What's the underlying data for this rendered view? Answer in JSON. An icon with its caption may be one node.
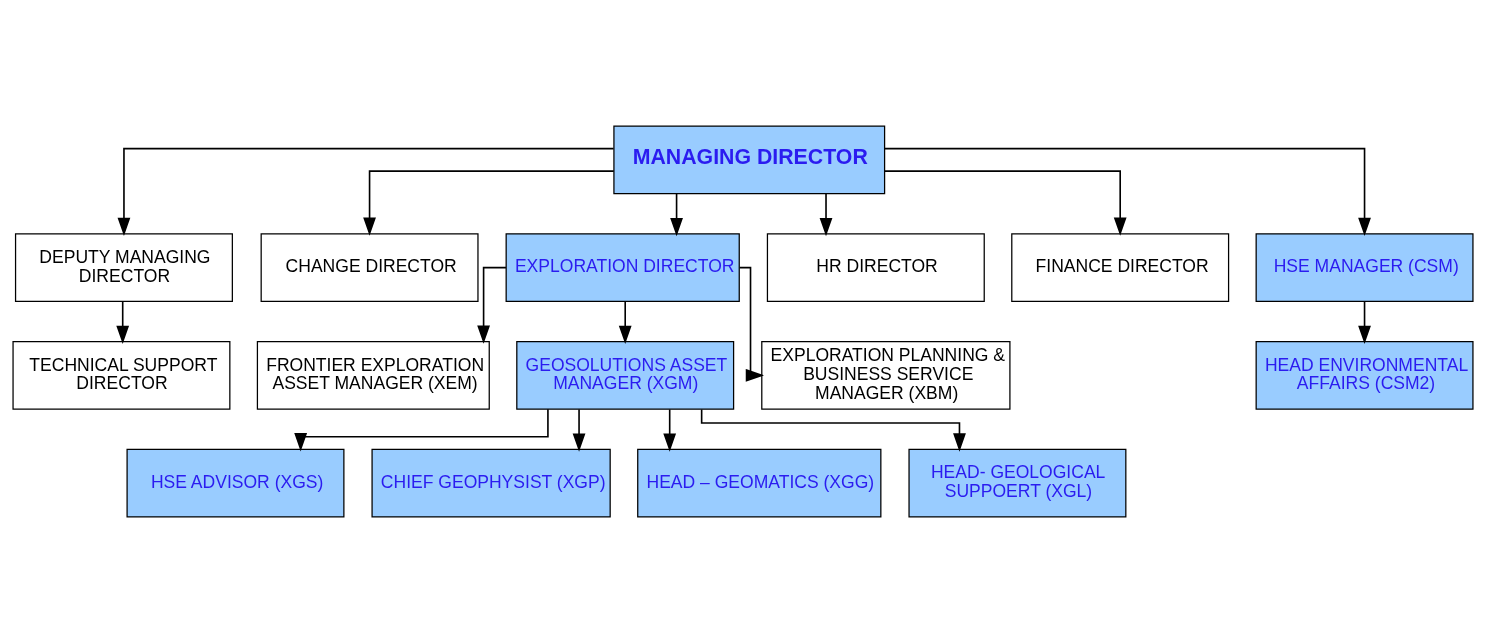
{
  "diagram": {
    "nodes": [
      {
        "text": [
          "MANAGING DIRECTOR"
        ]
      },
      {
        "text": [
          "DEPUTY MANAGING DIRECTOR"
        ]
      },
      {
        "text": [
          "TECHNICAL SUPPORT DIRECTOR"
        ]
      },
      {
        "text": [
          "CHANGE DIRECTOR"
        ]
      },
      {
        "text": [
          "EXPLORATION DIRECTOR"
        ]
      },
      {
        "text": [
          "HR DIRECTOR"
        ]
      },
      {
        "text": [
          "FINANCE DIRECTOR"
        ]
      },
      {
        "text": [
          "HSE MANAGER (CSM)"
        ]
      },
      {
        "text": [
          "FRONTIER EXPLORATION ASSET MANAGER (XEM)"
        ]
      },
      {
        "text": [
          "GEOSOLUTIONS ASSET MANAGER (XGM)"
        ]
      },
      {
        "text": [
          "EXPLORATION PLANNING & BUSINESS SERVICE MANAGER (XBM)"
        ]
      },
      {
        "text": [
          "HEAD ENVIRONMENTAL AFFAIRS (CSM2)"
        ]
      },
      {
        "text": [
          "HSE ADVISOR (XGS)"
        ]
      },
      {
        "text": [
          "CHIEF GEOPHYSIST (XGP)"
        ]
      },
      {
        "text": [
          "HEAD – GEOMATICS (XGG)"
        ]
      },
      {
        "text": [
          "HEAD- GEOLOGICAL SUPPOERT (XGL)"
        ]
      }
    ],
    "edges": [
      {
        "from": 0,
        "to": 7,
        "arrow": "to"
      },
      {
        "from": 0,
        "to": 1,
        "arrow": "to"
      },
      {
        "from": 0,
        "to": 3,
        "arrow": "to"
      },
      {
        "from": 0,
        "to": 4,
        "arrow": "to"
      },
      {
        "from": 0,
        "to": 5,
        "arrow": "to"
      },
      {
        "from": 0,
        "to": 6,
        "arrow": "to"
      },
      {
        "from": 1,
        "to": 2,
        "arrow": "to"
      },
      {
        "from": 4,
        "to": 8,
        "arrow": "to"
      },
      {
        "from": 4,
        "to": 9,
        "arrow": "to"
      },
      {
        "from": 4,
        "to": 10,
        "arrow": "to"
      },
      {
        "from": 7,
        "to": 11,
        "arrow": "to"
      },
      {
        "from": 9,
        "to": 12,
        "arrow": "to"
      },
      {
        "from": 9,
        "to": 13,
        "arrow": "to"
      },
      {
        "from": 9,
        "to": 14,
        "arrow": "to"
      },
      {
        "from": 9,
        "to": 15,
        "arrow": "to"
      }
    ]
  }
}
